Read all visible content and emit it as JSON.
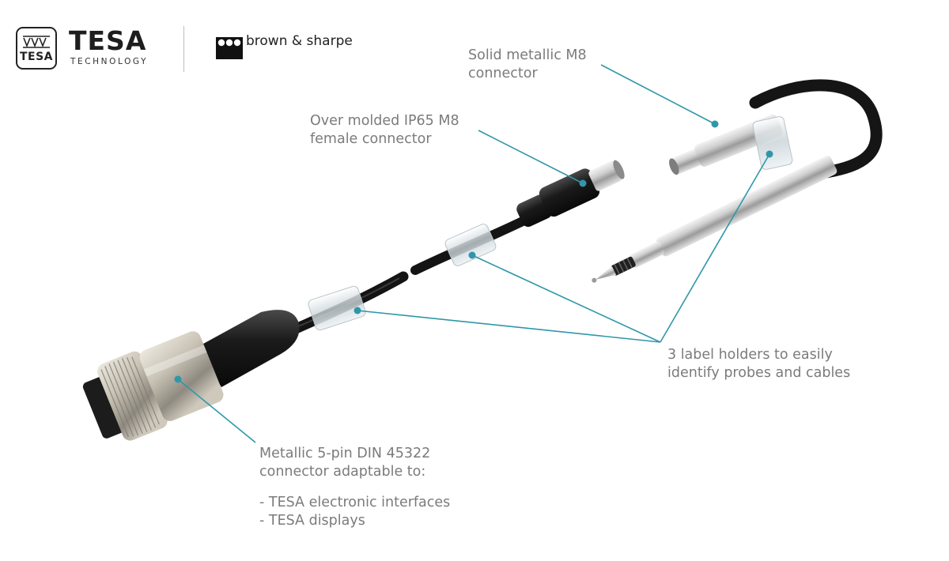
{
  "brand": {
    "tesa_badge": "TESA",
    "tesa_name": "TESA",
    "tesa_sub": "TECHNOLOGY",
    "partner": "brown & sharpe"
  },
  "annotations": {
    "solid_m8": [
      "Solid metallic M8",
      "connector"
    ],
    "overmolded_m8": [
      "Over molded IP65 M8",
      "female connector"
    ],
    "label_holders": [
      "3 label holders to easily",
      "identify probes and cables"
    ],
    "din": {
      "lines": [
        "Metallic 5-pin DIN 45322",
        "connector adaptable to:"
      ],
      "items": [
        "-  TESA electronic interfaces",
        "-  TESA displays"
      ]
    }
  },
  "colors": {
    "leader": "#2f97a9",
    "text": "#7b7b7b"
  },
  "icons": [
    "tesa-badge-icon",
    "brown-sharpe-icon"
  ]
}
